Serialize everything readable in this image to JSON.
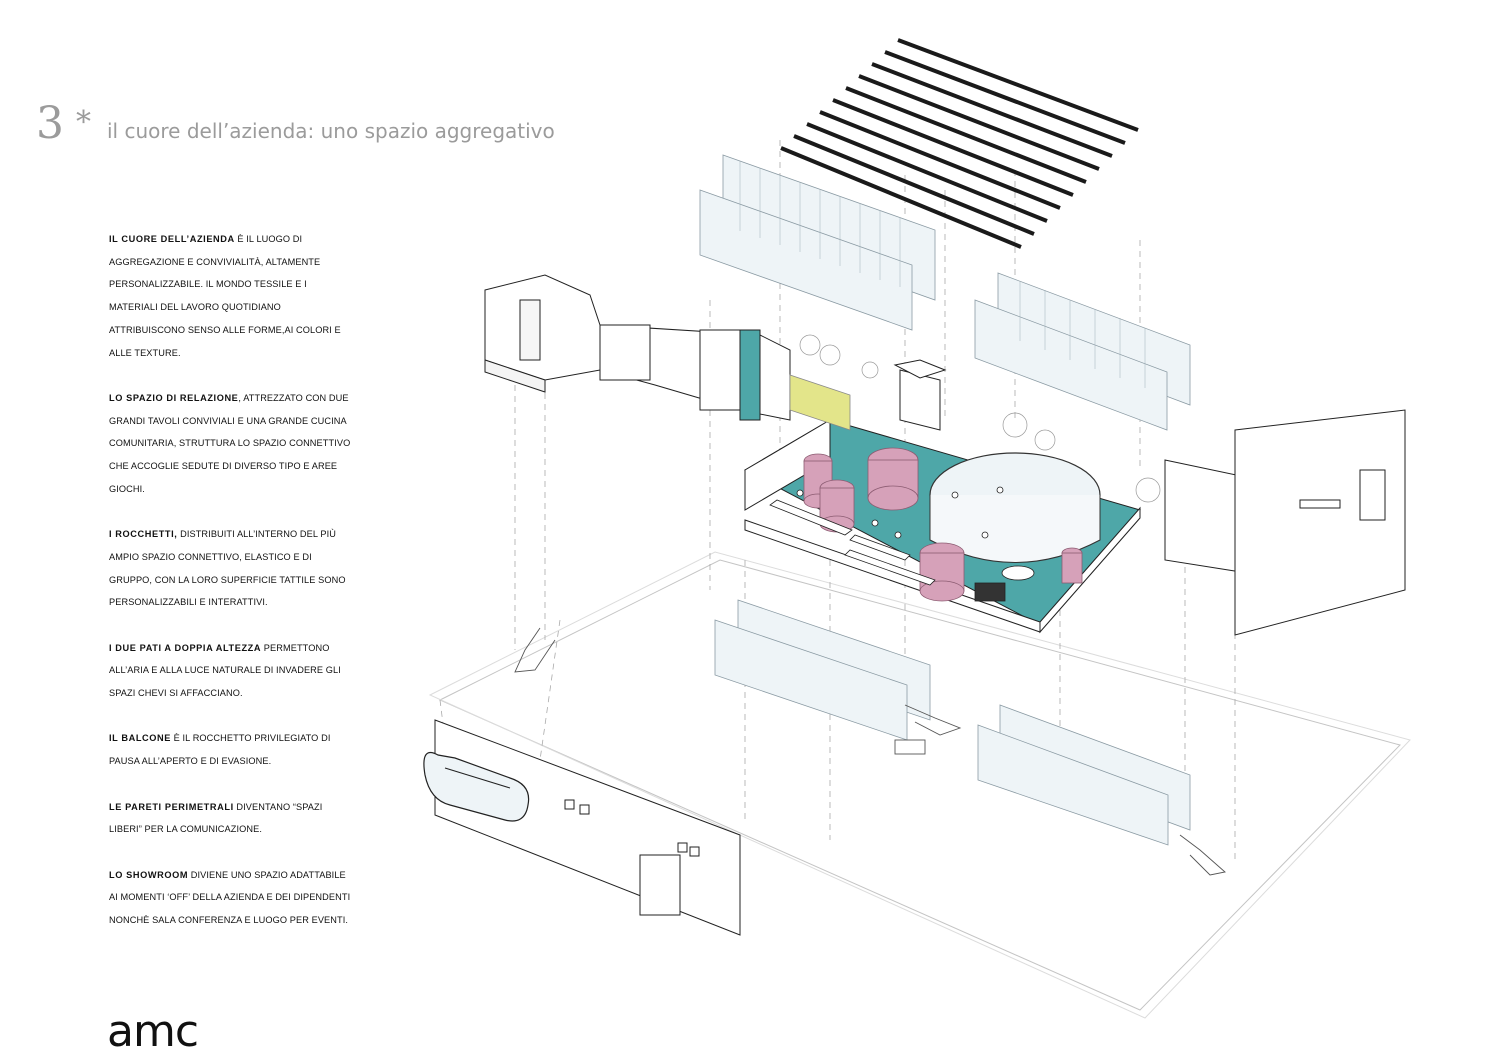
{
  "header": {
    "number": "3",
    "star": "*",
    "title": "il cuore dell’azienda: uno spazio aggregativo"
  },
  "paragraphs": [
    {
      "bold": "IL CUORE DELL’AZIENDA",
      "text": " È IL LUOGO DI AGGREGAZIONE E CONVIVIALITÀ, ALTAMENTE PERSONALIZZABILE. IL MONDO TESSILE E I MATERIALI DEL LAVORO QUOTIDIANO ATTRIBUISCONO SENSO ALLE FORME,AI COLORI E ALLE TEXTURE."
    },
    {
      "bold": "LO SPAZIO DI RELAZIONE",
      "text": ", ATTREZZATO CON DUE GRANDI TAVOLI CONVIVIALI E UNA GRANDE CUCINA COMUNITARIA, STRUTTURA LO SPAZIO CONNETTIVO CHE ACCOGLIE SEDUTE DI DIVERSO TIPO E AREE GIOCHI."
    },
    {
      "bold": "I ROCCHETTI,",
      "text": " DISTRIBUITI ALL’INTERNO DEL PIÙ AMPIO SPAZIO CONNETTIVO, ELASTICO E DI GRUPPO, CON LA LORO SUPERFICIE TATTILE SONO PERSONALIZZABILI E INTERATTIVI."
    },
    {
      "bold": "I DUE PATI A DOPPIA ALTEZZA",
      "text": " PERMETTONO ALL’ARIA E ALLA LUCE NATURALE DI INVADERE GLI SPAZI CHEVI SI AFFACCIANO."
    },
    {
      "bold": "IL BALCONE",
      "text": " È IL ROCCHETTO PRIVILEGIATO DI PAUSA ALL’APERTO E DI EVASIONE."
    },
    {
      "bold": "LE PARETI PERIMETRALI",
      "text": " DIVENTANO “SPAZI LIBERI” PER LA COMUNICAZIONE."
    },
    {
      "bold": "LO SHOWROOM",
      "text": " DIVIENE UNO SPAZIO ADATTABILE AI MOMENTI ‘OFF’ DELLA AZIENDA E DEI DIPENDENTI NONCHÈ SALA CONFERENZA E LUOGO PER EVENTI."
    }
  ],
  "logo": "amc",
  "colors": {
    "heading_grey": "#9b9b9b",
    "floor_teal": "#4ea7a8",
    "rocchetti_pink": "#d6a1b9",
    "planting_yellow": "#e3e58a",
    "glass": "#eef4f7",
    "line": "#333333"
  }
}
